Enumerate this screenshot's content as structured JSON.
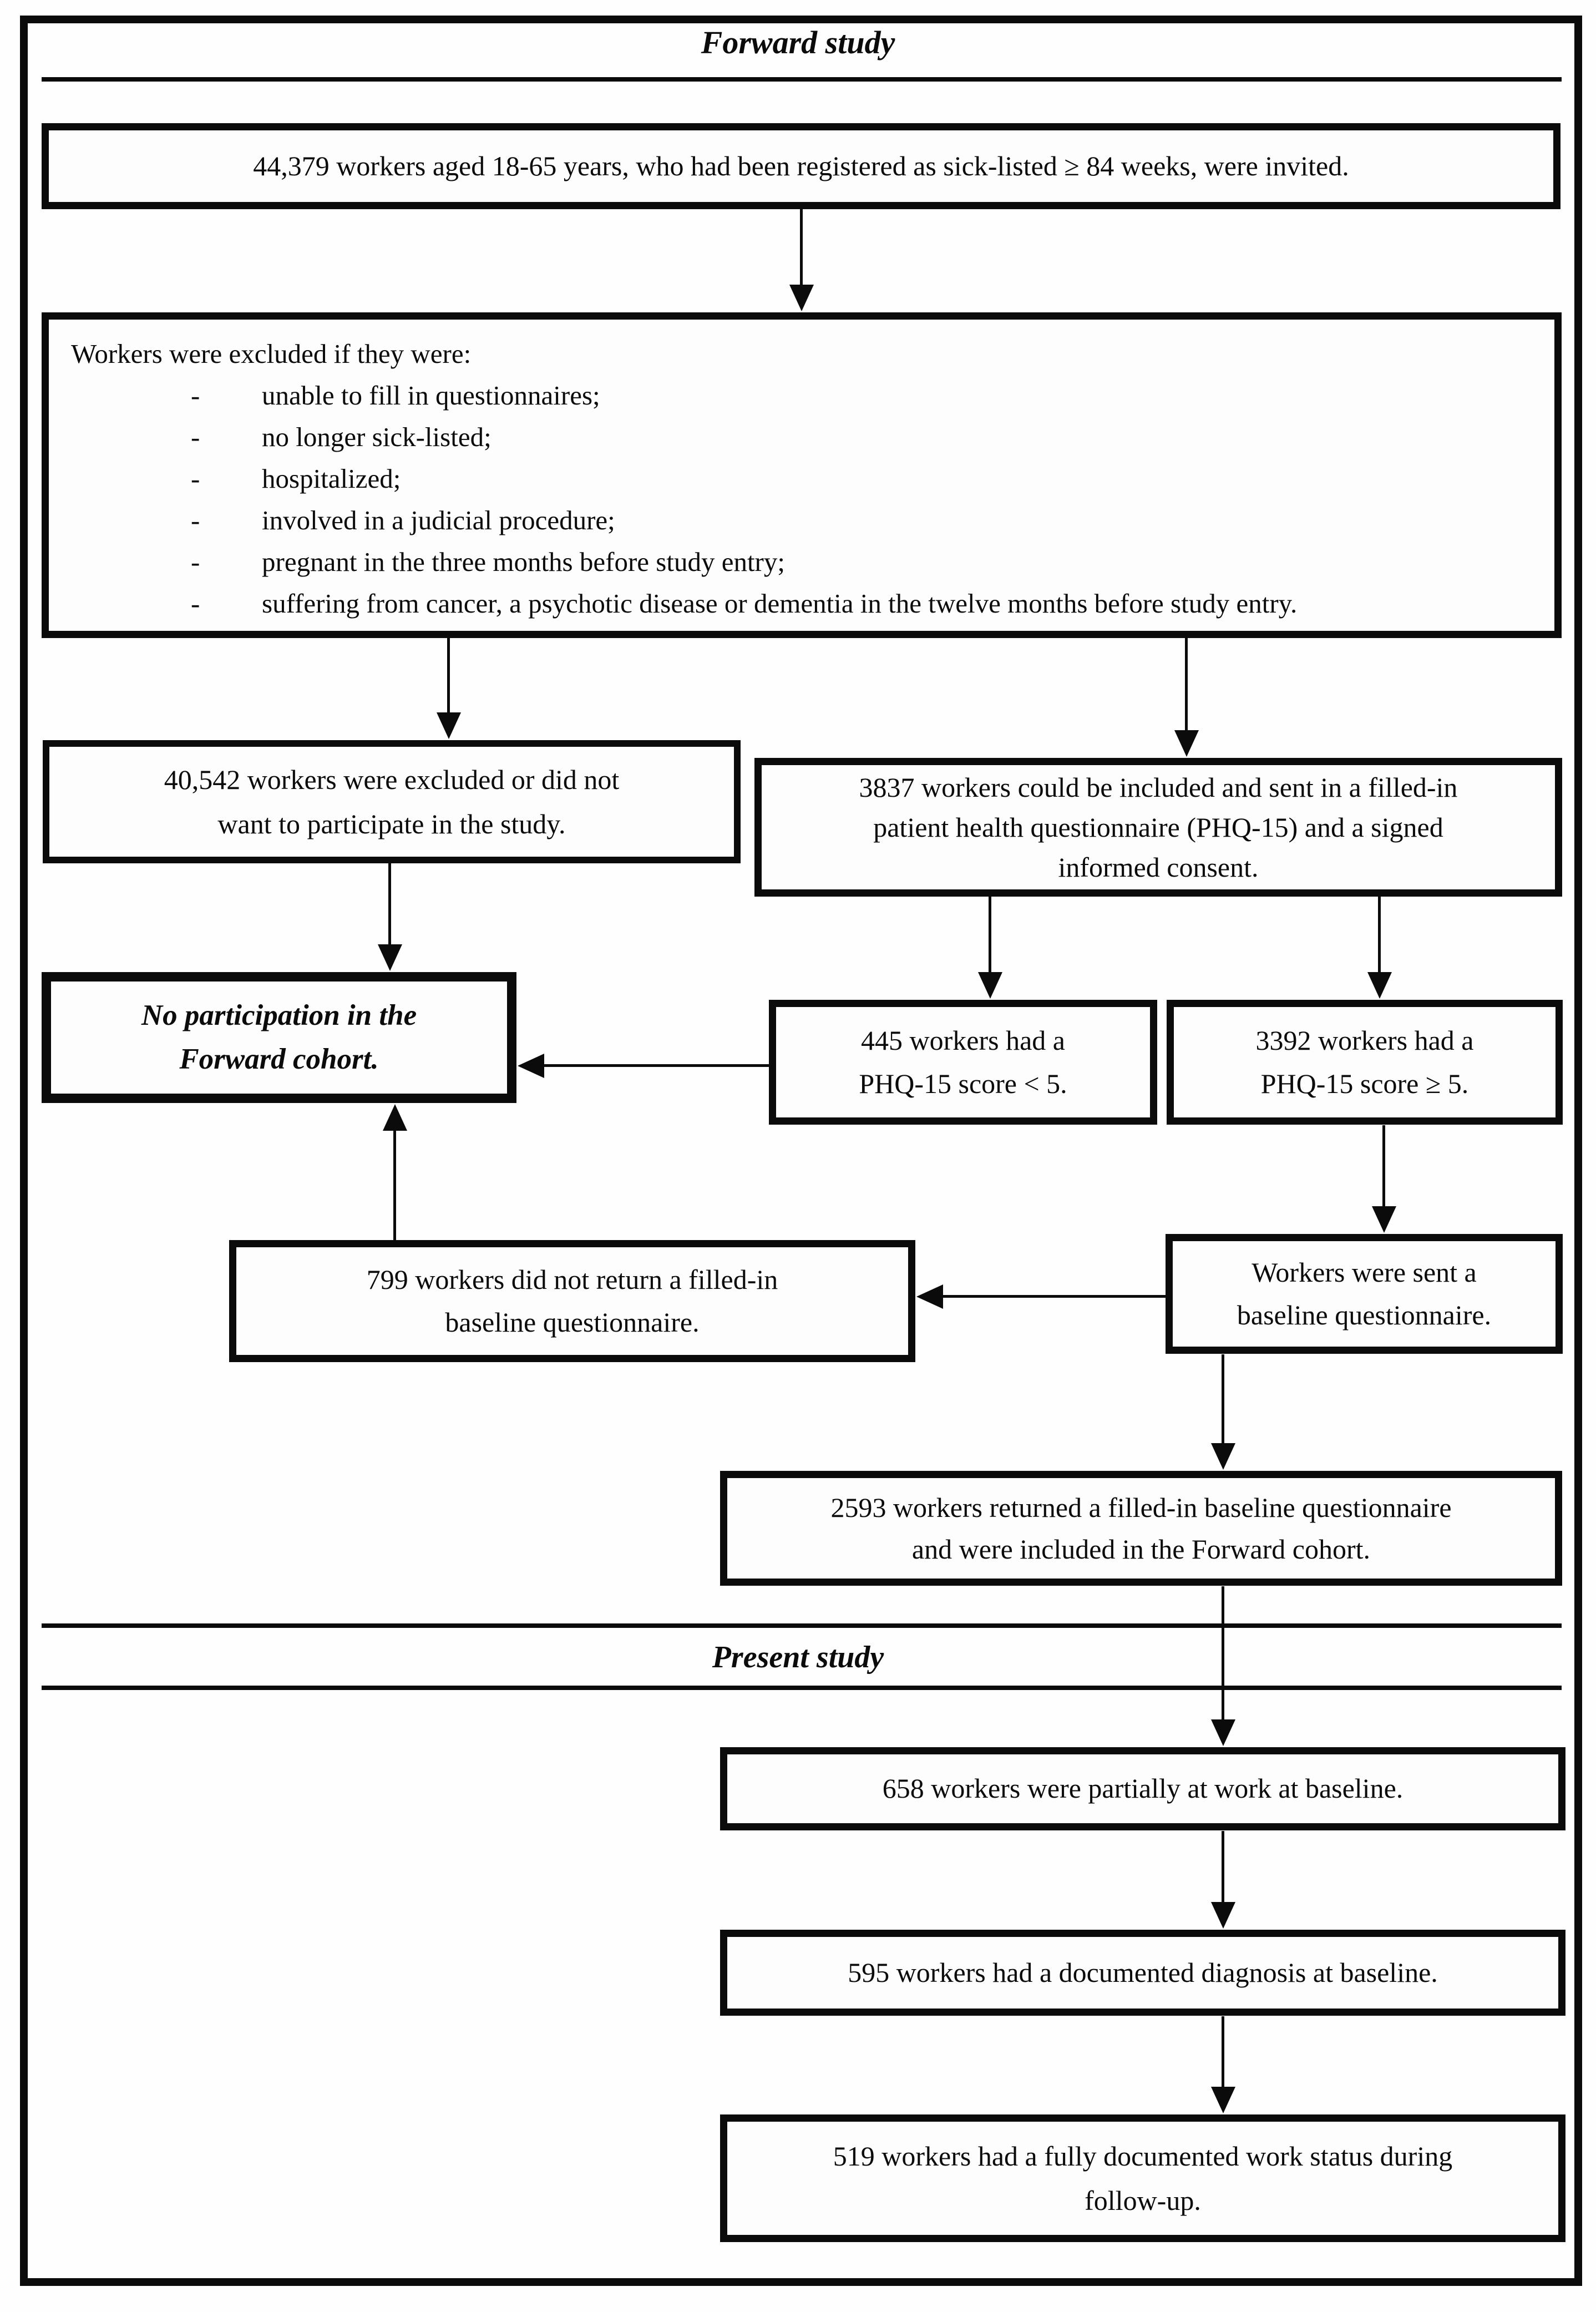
{
  "colors": {
    "ink": "#0b0b0b",
    "background": "#fefefe"
  },
  "sections": {
    "forward": {
      "title": "Forward study"
    },
    "present": {
      "title": "Present study"
    }
  },
  "boxes": {
    "invited": "44,379 workers aged 18-65 years, who had been registered as sick-listed ≥ 84 weeks, were invited.",
    "exclusions": {
      "header": "Workers were excluded if they were:",
      "marker": "-",
      "items": [
        "unable to fill in questionnaires;",
        "no longer sick-listed;",
        "hospitalized;",
        "involved in a judicial procedure;",
        "pregnant in the three months before study entry;",
        "suffering from cancer, a psychotic disease or dementia in the twelve months before study entry."
      ]
    },
    "excluded_not_participating": "40,542 workers were excluded or did not\nwant to participate in the study.",
    "included_sent_phq": "3837 workers could be included and sent in a filled-in\npatient health questionnaire (PHQ-15) and a signed\ninformed consent.",
    "no_participation": "No participation in the\nForward cohort.",
    "phq_below": "445 workers had a\nPHQ-15 score < 5.",
    "phq_above": "3392 workers had a\nPHQ-15 score ≥ 5.",
    "not_returned": "799 workers did not return a filled-in\nbaseline questionnaire.",
    "sent_baseline": "Workers were sent a\nbaseline questionnaire.",
    "returned_included": "2593 workers returned a filled-in baseline questionnaire\nand were included in the Forward cohort.",
    "partially_at_work": "658 workers were partially at work at baseline.",
    "documented_diagnosis": "595 workers had a documented diagnosis at baseline.",
    "documented_work_status": "519 workers had a fully documented work status during\nfollow-up."
  }
}
